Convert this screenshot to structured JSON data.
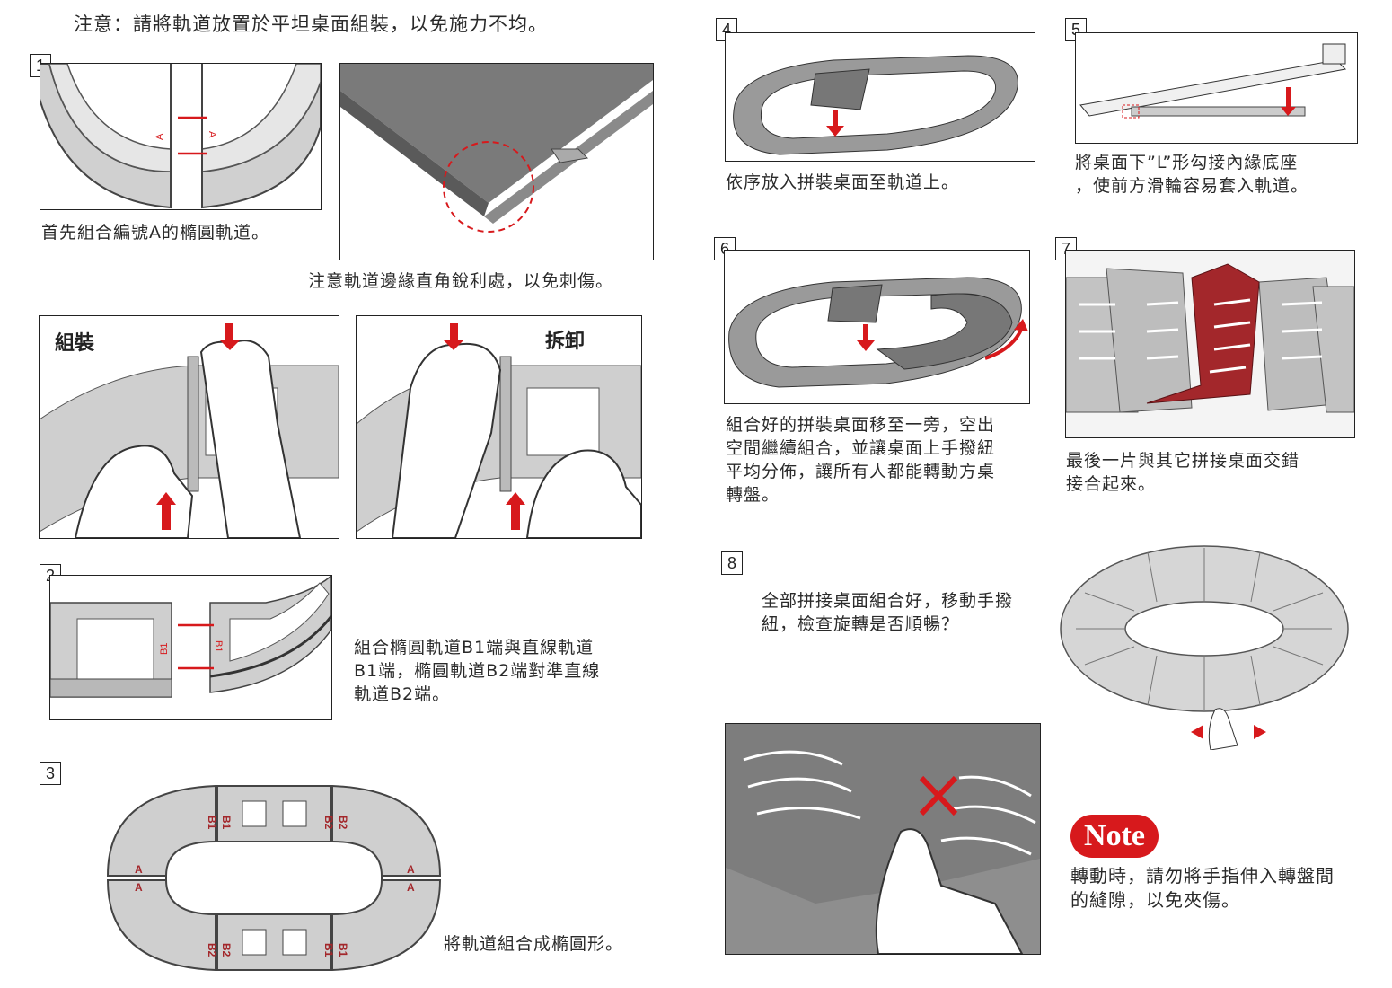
{
  "header_notice": "注意：請將軌道放置於平坦桌面組裝，以免施力不均。",
  "steps": {
    "s1": {
      "number": "1",
      "caption": "首先組合編號A的橢圓軌道。",
      "detail_caption": "注意軌道邊緣直角銳利處，以免刺傷。",
      "tag_a": "A"
    },
    "assemble_label": "組裝",
    "disassemble_label": "拆卸",
    "s2": {
      "number": "2",
      "caption_lines": [
        "組合橢圓軌道B1端與直線軌道",
        "B1端，橢圓軌道B2端對準直線",
        "軌道B2端。"
      ],
      "tag_b1": "B1"
    },
    "s3": {
      "number": "3",
      "caption": "將軌道組合成橢圓形。",
      "tags": {
        "b1": "B1",
        "b2": "B2",
        "a": "A"
      }
    },
    "s4": {
      "number": "4",
      "caption": "依序放入拼裝桌面至軌道上。"
    },
    "s5": {
      "number": "5",
      "caption_lines": [
        "將桌面下”L”形勾接內緣底座",
        "，使前方滑輪容易套入軌道。"
      ]
    },
    "s6": {
      "number": "6",
      "caption_lines": [
        "組合好的拼裝桌面移至一旁，空出",
        "空間繼續組合，並讓桌面上手撥紐",
        "平均分佈，讓所有人都能轉動方桌",
        "轉盤。"
      ]
    },
    "s7": {
      "number": "7",
      "caption_lines": [
        "最後一片與其它拼接桌面交錯",
        "接合起來。"
      ]
    },
    "s8": {
      "number": "8",
      "caption_lines": [
        "全部拼接桌面組合好，移動手撥",
        "紐，檢查旋轉是否順暢？"
      ]
    }
  },
  "note": {
    "badge": "Note",
    "text_lines": [
      "轉動時，請勿將手指伸入轉盤間",
      "的縫隙，以免夾傷。"
    ]
  },
  "colors": {
    "accent_red": "#d7191c",
    "track_gray": "#c8c8c8",
    "dark_gray": "#555555",
    "piece_red": "#a3272b"
  }
}
